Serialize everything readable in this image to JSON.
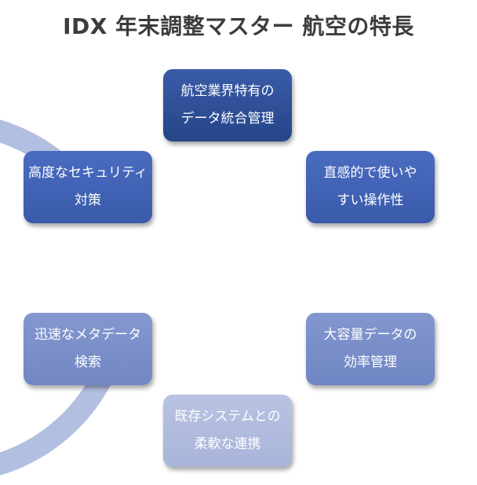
{
  "title": "IDX 年末調整マスター 航空の特長",
  "cycle": {
    "ring_color": "#b3bfe0",
    "direction": "clockwise",
    "nodes": [
      {
        "line1": "航空業界特有の",
        "line2": "データ統合管理",
        "color_top": "#3a5ba8",
        "color_bottom": "#254588"
      },
      {
        "line1": "直感的で使いや",
        "line2": "すい操作性",
        "color_top": "#4a6cc0",
        "color_bottom": "#3a5aaa"
      },
      {
        "line1": "大容量データの",
        "line2": "効率管理",
        "color_top": "#8397cf",
        "color_bottom": "#6f85c3"
      },
      {
        "line1": "既存システムとの",
        "line2": "柔軟な連携",
        "color_top": "#b9c3e2",
        "color_bottom": "#a8b4d9"
      },
      {
        "line1": "迅速なメタデータ",
        "line2": "検索",
        "color_top": "#8497cf",
        "color_bottom": "#7287c4"
      },
      {
        "line1": "高度なセキュリティ",
        "line2": "対策",
        "color_top": "#4a6cc0",
        "color_bottom": "#3a5aaa"
      }
    ]
  }
}
